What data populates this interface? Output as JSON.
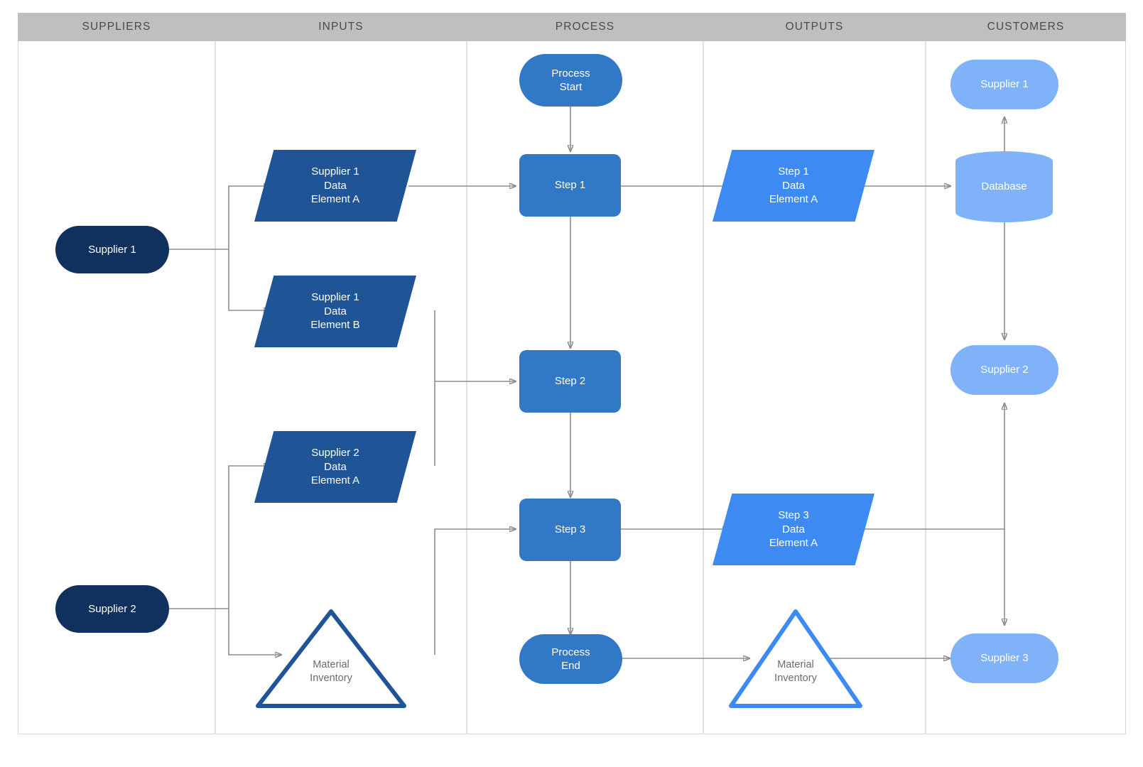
{
  "diagram": {
    "type": "sipoc-swimlane-flowchart",
    "columns": [
      {
        "key": "suppliers",
        "label": "SUPPLIERS"
      },
      {
        "key": "inputs",
        "label": "INPUTS"
      },
      {
        "key": "process",
        "label": "PROCESS"
      },
      {
        "key": "outputs",
        "label": "OUTPUTS"
      },
      {
        "key": "customers",
        "label": "CUSTOMERS"
      }
    ],
    "colors": {
      "header_band": "#bfbfbf",
      "header_text": "#4a4a4a",
      "supplier": "#10305e",
      "input": "#1f5496",
      "process": "#3178c6",
      "output": "#3d8bf2",
      "customer": "#7fb2f8",
      "inventory_input_outline": "#1f5496",
      "inventory_output_outline": "#3d8bf2",
      "connector": "#8d8d8d",
      "divider": "#e2e2e2",
      "frame": "#d6d6d6"
    },
    "nodes": {
      "supplier_1": "Supplier 1",
      "supplier_2": "Supplier 2",
      "input_s1_a": "Supplier 1\nData\nElement A",
      "input_s1_b": "Supplier 1\nData\nElement B",
      "input_s2_a": "Supplier 2\nData\nElement A",
      "input_material_inventory": "Material\nInventory",
      "process_start": "Process\nStart",
      "step_1": "Step 1",
      "step_2": "Step 2",
      "step_3": "Step 3",
      "process_end": "Process\nEnd",
      "output_step1_a": "Step 1\nData\nElement A",
      "output_step3_a": "Step 3\nData\nElement A",
      "output_material_inventory": "Material\nInventory",
      "customer_supplier_1": "Supplier 1",
      "customer_database": "Database",
      "customer_supplier_2": "Supplier 2",
      "customer_supplier_3": "Supplier 3"
    }
  }
}
